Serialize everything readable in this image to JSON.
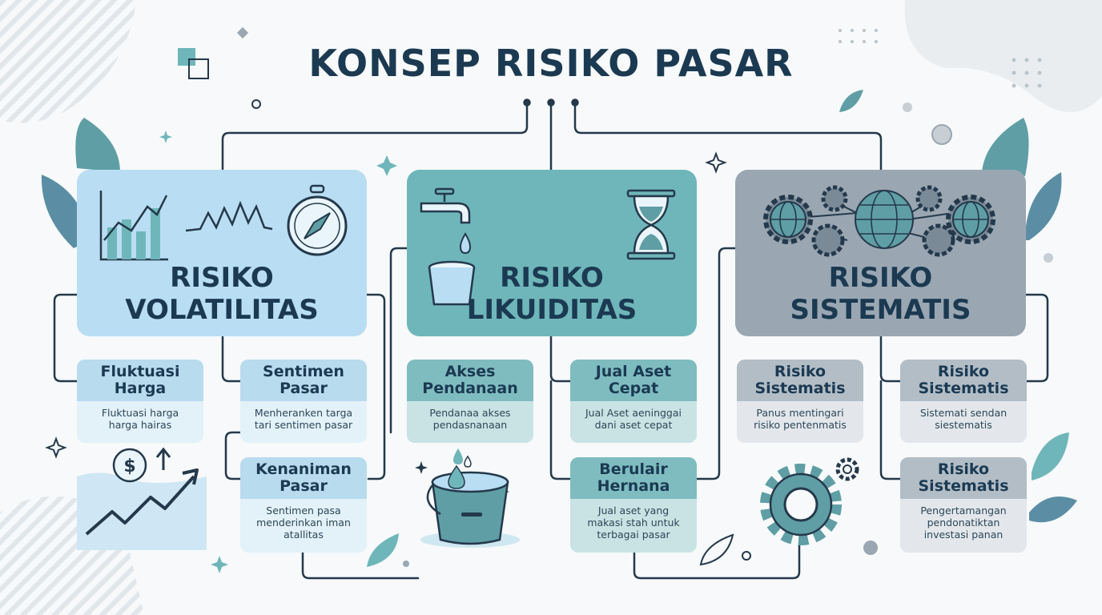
{
  "title": "KONSEP RISIKO PASAR",
  "colors": {
    "volatility": "#b9def3",
    "liquidity": "#6fb6ba",
    "systematic": "#9aa7b2",
    "line": "#24394b",
    "accent": "#5f9ea5"
  },
  "categories": [
    {
      "id": "volatilitas",
      "title_line1": "RISIKO",
      "title_line2": "VOLATILITAS",
      "icons": [
        "bar-chart-icon",
        "line-wave-icon",
        "compass-icon",
        "money-growth-icon"
      ],
      "items": [
        {
          "title": "Fluktuasi\nHarga",
          "desc": "Fluktuasi harga\nharga hairas"
        },
        {
          "title": "Sentimen\nPasar",
          "desc": "Menheranken targa\ntari sentimen pasar"
        },
        {
          "title": "Kenaniman\nPasar",
          "desc": "Sentimen pasa\nmenderinkan iman\natallitas"
        }
      ]
    },
    {
      "id": "likuiditas",
      "title_line1": "RISIKO",
      "title_line2": "LIKUIDITAS",
      "icons": [
        "faucet-icon",
        "hourglass-icon",
        "bucket-icon"
      ],
      "items": [
        {
          "title": "Akses\nPendanaan",
          "desc": "Pendanaa akses\npendasnanaan"
        },
        {
          "title": "Jual Aset\nCepat",
          "desc": "Jual Aset aeninggai\ndani aset cepat"
        },
        {
          "title": "Berulair\nHernana",
          "desc": "Jual aset yang\nmakasi stah untuk\nterbagai pasar"
        }
      ]
    },
    {
      "id": "sistematis",
      "title_line1": "RISIKO",
      "title_line2": "SISTEMATIS",
      "icons": [
        "gear-globe-network-icon",
        "gear-icon"
      ],
      "items": [
        {
          "title": "Risiko\nSistematis",
          "desc": "Panus mentingari\nrisiko pentenmatis"
        },
        {
          "title": "Risiko\nSistematis",
          "desc": "Sistemati sendan\nsiestematis"
        },
        {
          "title": "Risiko\nSistematis",
          "desc": "Pengertamangan\npendonatiktan\ninvestasi panan"
        }
      ]
    }
  ]
}
